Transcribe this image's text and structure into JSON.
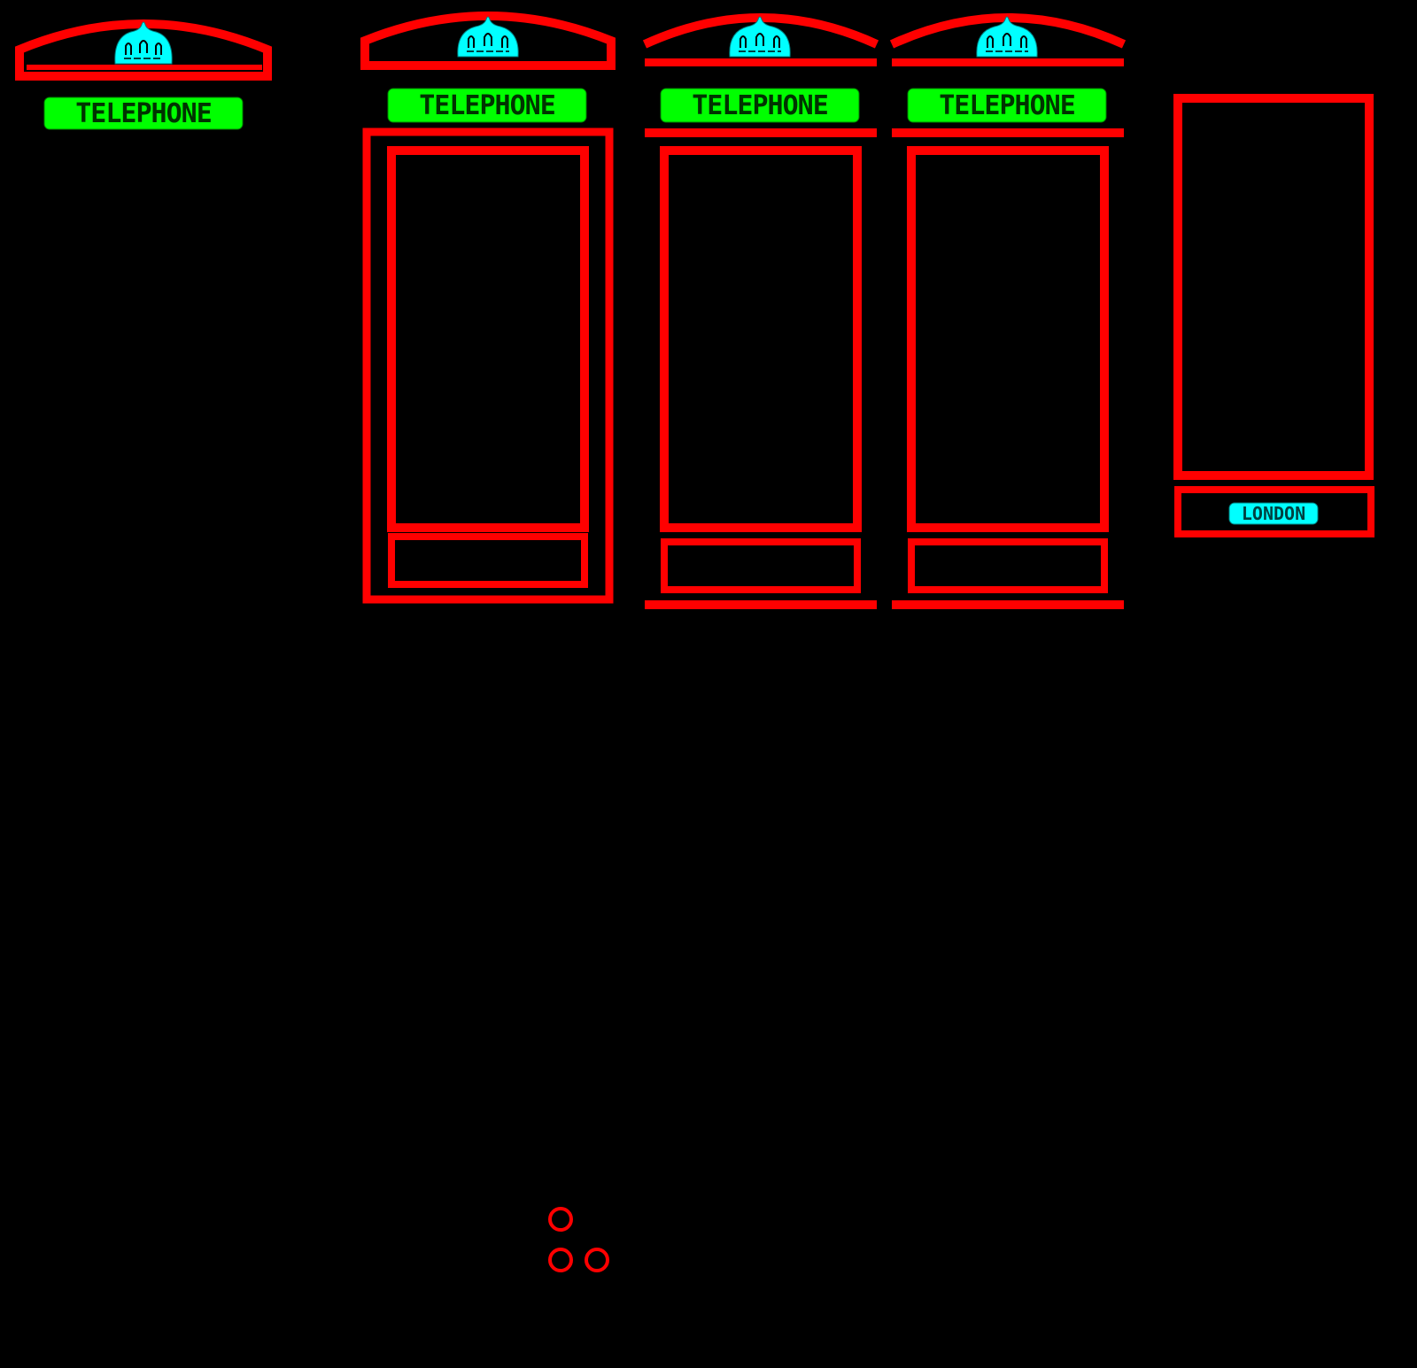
{
  "sheet": {
    "background": "#000000",
    "colors": {
      "frame": "#ff0000",
      "sign": "#00ff00",
      "crown": "#00ffff",
      "london": "#00ffff"
    }
  },
  "sprites": {
    "roof_piece": {
      "sign_text": "TELEPHONE",
      "crown_icon": "crown-icon"
    },
    "booth_front": {
      "sign_text": "TELEPHONE",
      "crown_icon": "crown-icon"
    },
    "booth_side_a": {
      "sign_text": "TELEPHONE",
      "crown_icon": "crown-icon"
    },
    "booth_side_b": {
      "sign_text": "TELEPHONE",
      "crown_icon": "crown-icon"
    },
    "door_panel": {
      "plate_text": "LONDON"
    },
    "rings": {
      "count": 3
    }
  }
}
